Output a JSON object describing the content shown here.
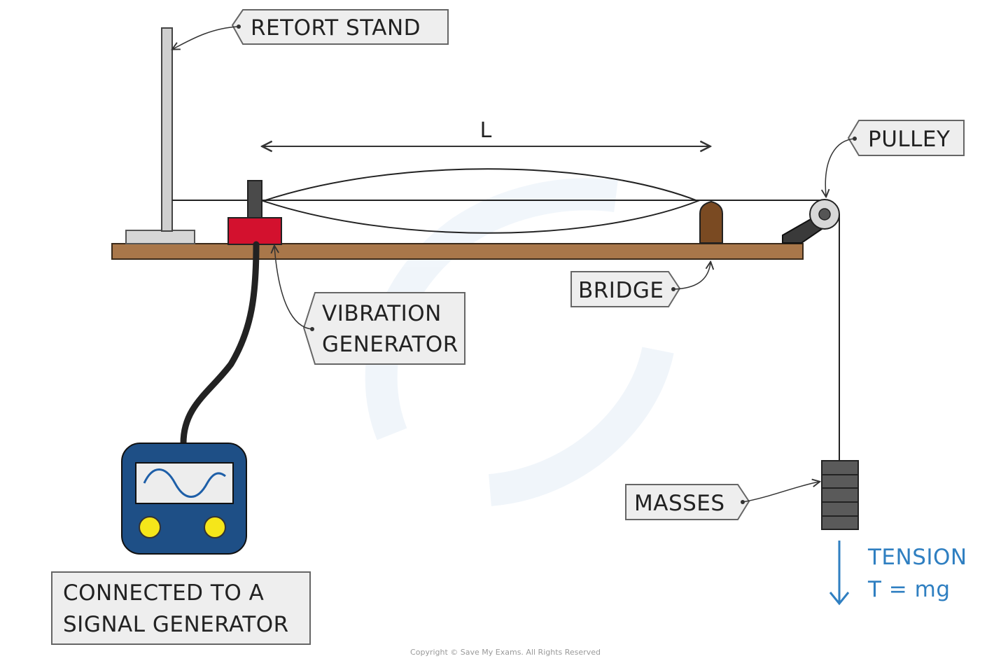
{
  "labels": {
    "retort_stand": "RETORT  STAND",
    "pulley": "PULLEY",
    "bridge": "BRIDGE",
    "vibration_generator_line1": "VIBRATION",
    "vibration_generator_line2": "GENERATOR",
    "masses": "MASSES",
    "signal_note_line1": "CONNECTED  TO  A",
    "signal_note_line2": "SIGNAL  GENERATOR",
    "length": "L",
    "tension_line1": "TENSION",
    "tension_line2": "T = mg"
  },
  "copyright": "Copyright © Save My Exams. All Rights Reserved",
  "colors": {
    "bench": "#a9774a",
    "vibration_generator": "#d3112e",
    "bridge": "#7a4a22",
    "signal_generator": "#1e4f86",
    "knobs": "#f5e61a",
    "tension": "#2f7fc1",
    "tag_fill": "#eeeeee"
  },
  "icons": [
    "sine-wave-icon",
    "down-arrow-icon",
    "double-arrow-icon"
  ]
}
